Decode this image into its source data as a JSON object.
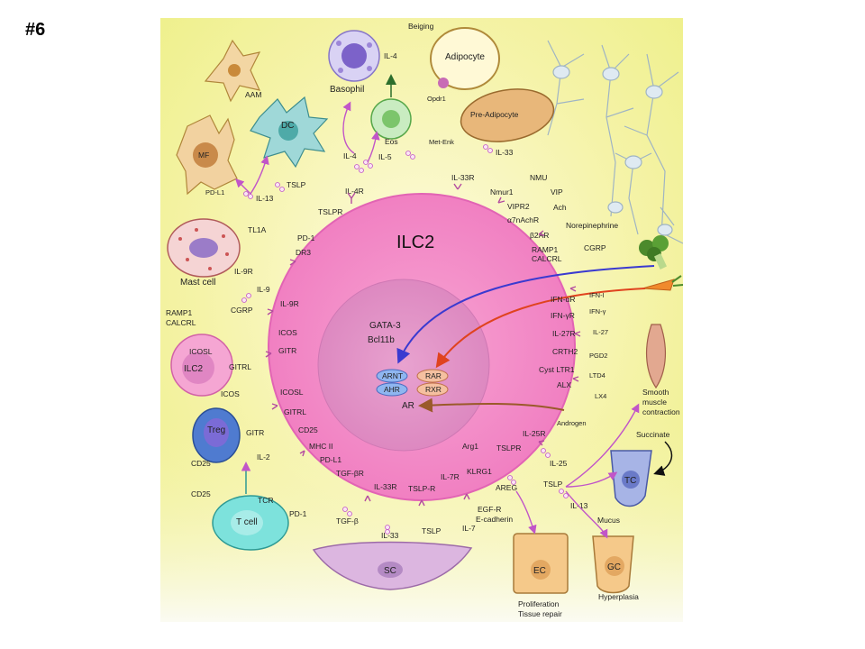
{
  "slide": {
    "number": "#6"
  },
  "diagram": {
    "center": "ILC2",
    "nucleus": {
      "tf1": "GATA-3",
      "tf2": "Bcl11b",
      "arnt": "ARNT",
      "ahr": "AHR",
      "rar": "RAR",
      "rxr": "RXR",
      "ar": "AR"
    },
    "membrane": {
      "il4r": "IL-4R",
      "tslpr": "TSLPR",
      "pd1": "PD-1",
      "dr3": "DR3",
      "il9r": "IL-9R",
      "icos": "ICOS",
      "gitr": "GITR",
      "icosl": "ICOSL",
      "gitrl": "GITRL",
      "cd25": "CD25",
      "mhc2": "MHC II",
      "pdl1": "PD-L1",
      "tgfbr": "TGF-βR",
      "il33r_b": "IL-33R",
      "tslpr_b": "TSLP-R",
      "il7r": "IL-7R",
      "klrg1": "KLRG1",
      "arg1": "Arg1",
      "tslpr_r": "TSLPR",
      "il25r": "IL-25R",
      "il33r_t": "IL-33R",
      "nmur1": "Nmur1",
      "vipr2": "VIPR2",
      "a7nachr": "α7nAchR",
      "b2ar": "β2AR",
      "ramp1": "RAMP1",
      "calcrl": "CALCRL",
      "ifnar": "IFN-αR",
      "ifngr": "IFN-γR",
      "il27r": "IL-27R",
      "crth2": "CRTH2",
      "cystltr1": "Cyst LTR1",
      "alx": "ALX"
    },
    "ligands": {
      "il4": "IL-4",
      "il5": "IL-5",
      "il4_top": "IL-4",
      "metenk": "Met-Enk",
      "il33": "IL-33",
      "nmu": "NMU",
      "vip": "VIP",
      "ach": "Ach",
      "norepi": "Norepinephrine",
      "cgrp": "CGRP",
      "ifni": "IFN-I",
      "ifng": "IFN-γ",
      "il27": "IL-27",
      "pgd2": "PGD2",
      "ltd4": "LTD4",
      "lx4": "LX4",
      "androgen": "Androgen",
      "il25": "IL-25",
      "tslp_r": "TSLP",
      "il13_r": "IL-13",
      "areg": "AREG",
      "il7": "IL-7",
      "tslp_b": "TSLP",
      "il33_b": "IL-33",
      "tgfb": "TGF-β",
      "il2": "IL-2",
      "il9": "IL-9",
      "cgrp_l": "CGRP",
      "tl1a": "TL1A",
      "tslp_tl": "TSLP",
      "il13_tl": "IL-13",
      "pdl1_mf": "PD-L1"
    },
    "cells": {
      "aam": "AAM",
      "dc": "DC",
      "mf": "MF",
      "basophil": "Basophil",
      "eos": "Eos",
      "adipocyte": "Adipocyte",
      "preadipocyte": "Pre-Adipocyte",
      "beiging": "Beiging",
      "opdr1": "Opdr1",
      "mast": "Mast cell",
      "il9r_mast": "IL-9R",
      "ilc2_small": "ILC2",
      "ramp1_s": "RAMP1",
      "calcrl_s": "CALCRL",
      "icosl_s": "ICOSL",
      "gitrl_s": "GITRL",
      "treg": "Treg",
      "icos_treg": "ICOS",
      "gitr_treg": "GITR",
      "cd25_treg": "CD25",
      "tcell": "T cell",
      "cd25_t": "CD25",
      "tcr": "TCR",
      "pd1_t": "PD-1",
      "sc": "SC",
      "ec": "EC",
      "gc": "GC",
      "tc": "TC",
      "succinate": "Succinate",
      "smooth1": "Smooth",
      "smooth2": "muscle",
      "smooth3": "contraction",
      "egfr": "EGF-R",
      "ecad": "E-cadherin",
      "mucus": "Mucus",
      "prolif": "Proliferation",
      "repair": "Tissue repair",
      "hyper": "Hyperplasia"
    }
  }
}
